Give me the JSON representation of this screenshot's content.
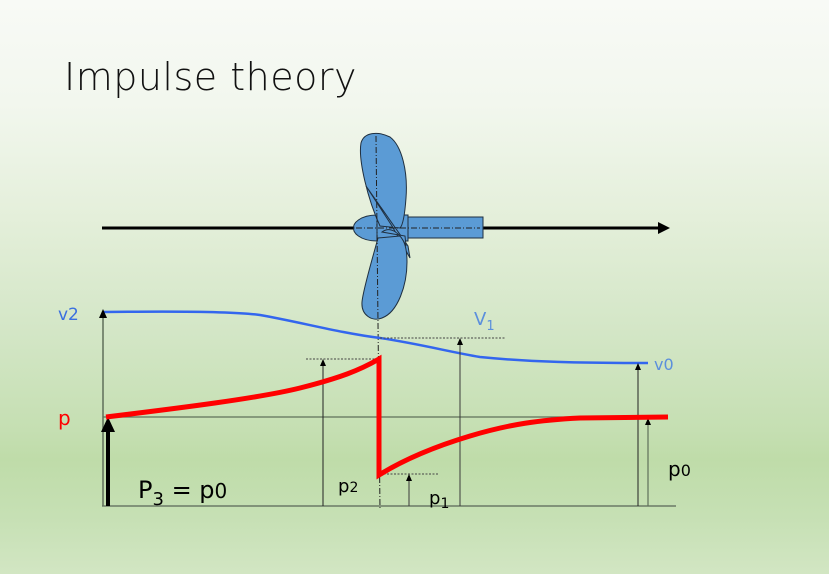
{
  "slide": {
    "title": "Impulse theory"
  },
  "diagram": {
    "labels": {
      "v2": "v2",
      "v1_main": "V",
      "v1_sub": "1",
      "v0": "v0",
      "p": "p",
      "p3_main": "P",
      "p3_sub": "3",
      "p3_rest": " = p",
      "p3_rest_sub": "0",
      "p2_main": "p",
      "p2_sub": "2",
      "p1_main": "p",
      "p1_sub": "1",
      "p0_main": "p",
      "p0_sub": "0"
    },
    "colors": {
      "velocity_curve": "#3366ee",
      "pressure_curve": "#ff0000",
      "velocity_label": "#3a6fe0",
      "v1_v0_label": "#5b8fdc",
      "propeller_fill": "#5b9bd5",
      "axis": "#000000"
    },
    "elements": [
      "flow-direction-arrow",
      "propeller",
      "velocity-curve",
      "pressure-curve",
      "pressure-baseline",
      "ground-axis"
    ]
  }
}
